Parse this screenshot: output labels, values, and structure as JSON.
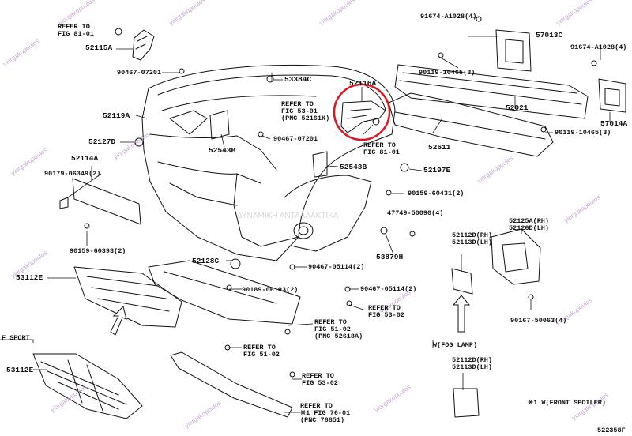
{
  "diagram_id": "522358F",
  "labels": {
    "refer_fig81_top": "REFER TO\nFIG 81-01",
    "p52115A": "52115A",
    "p90467_07201_a": "90467-07201",
    "p53384C": "53384C",
    "p52116A": "52116A",
    "p91674_A1028_1": "91674-A1028(4)",
    "p57013C": "57013C",
    "p91674_A1028_2": "91674-A1028(4)",
    "p90119_10465_a": "90119-10465(3)",
    "p52021": "52021",
    "p52119A": "52119A",
    "refer_fig53_top": "REFER TO\nFIG 53-01\n(PNC 52161K)",
    "p57014A": "57014A",
    "p52127D": "52127D",
    "p52543B_a": "52543B",
    "p90467_07201_b": "90467-07201",
    "refer_fig81_mid": "REFER TO\nFIG 81-01",
    "p52611": "52611",
    "p90119_10465_b": "90119-10465(3)",
    "p52114A": "52114A",
    "p90179_06349": "90179-06349(2)",
    "p52543B_b": "52543B",
    "p52197E": "52197E",
    "p90159_60431": "90159-60431(2)",
    "p47749_50090": "47749-50090(4)",
    "p90159_60393": "90159-60393(2)",
    "p53879H": "53879H",
    "p52128C": "52128C",
    "p52112D_a": "52112D(RH)\n52113D(LH)",
    "p52125A": "52125A(RH)\n52126D(LH)",
    "p53112E_a": "53112E",
    "p90467_05114_a": "90467-05114(2)",
    "p90467_05114_b": "90467-05114(2)",
    "p90189_06193": "90189-06193(2)",
    "refer_fig53_mid": "REFER TO\nFIG 53-02",
    "p90167_50063": "90167-50063(4)",
    "refer_fig51_right": "REFER TO\nFIG 51-02\n(PNC 52618A)",
    "f_sport": "F SPORT",
    "fog_lamp": "W(FOG LAMP)",
    "refer_fig51_low": "REFER TO\nFIG 51-02",
    "p53112E_b": "53112E",
    "p52112D_b": "52112D(RH)\n52113D(LH)",
    "refer_fig53_low": "REFER TO\nFIG 53-02",
    "refer_fig76": "REFER TO\n※1 FIG 76-01\n(PNC 76851)",
    "front_spoiler": "※1 W(FRONT SPOILER)"
  },
  "watermark": "yiorgakopoulos",
  "watermark_text": "ΔΥΝΑΜΙΚΗ ΑΝΤΑΛΛΑΚΤΙΚΑ",
  "highlight_color": "#e0141e"
}
